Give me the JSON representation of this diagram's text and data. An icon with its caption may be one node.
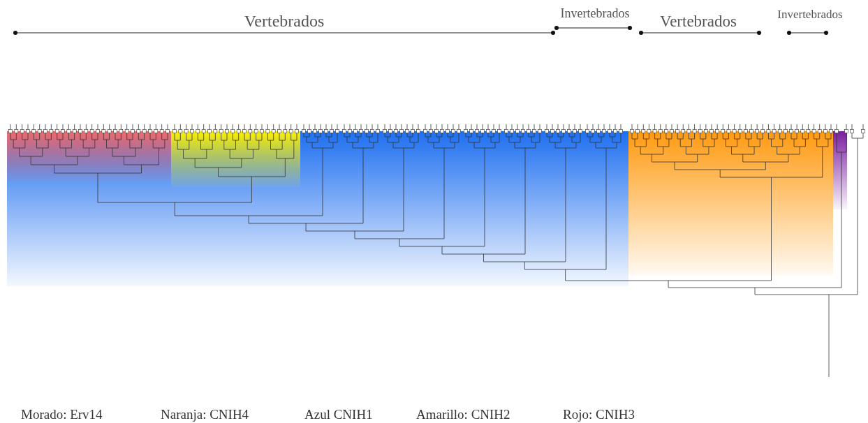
{
  "diagram": {
    "labels": [
      "Vertebrados",
      "Invertebrados",
      "Vertebrados",
      "Invertebrados",
      "Morado: Erv14",
      "Naranja: CNIH4",
      "Azul CNIH1",
      "Amarillo: CNIH2",
      "Rojo: CNIH3"
    ]
  }
}
